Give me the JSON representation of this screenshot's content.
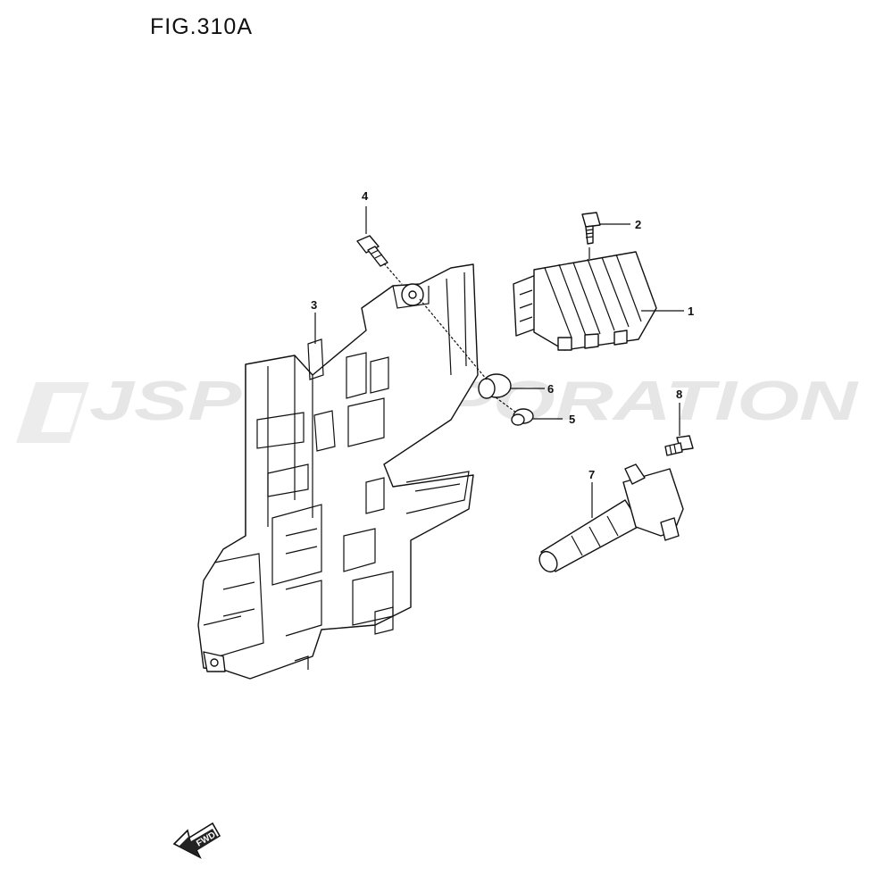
{
  "figure": {
    "title": "FIG.310A"
  },
  "watermark": {
    "text": "JSP CORPORATION",
    "color": "#e6e6e6"
  },
  "callouts": [
    "1",
    "2",
    "3",
    "4",
    "5",
    "6",
    "7",
    "8"
  ],
  "fwd_arrow": {
    "label": "FWD"
  }
}
